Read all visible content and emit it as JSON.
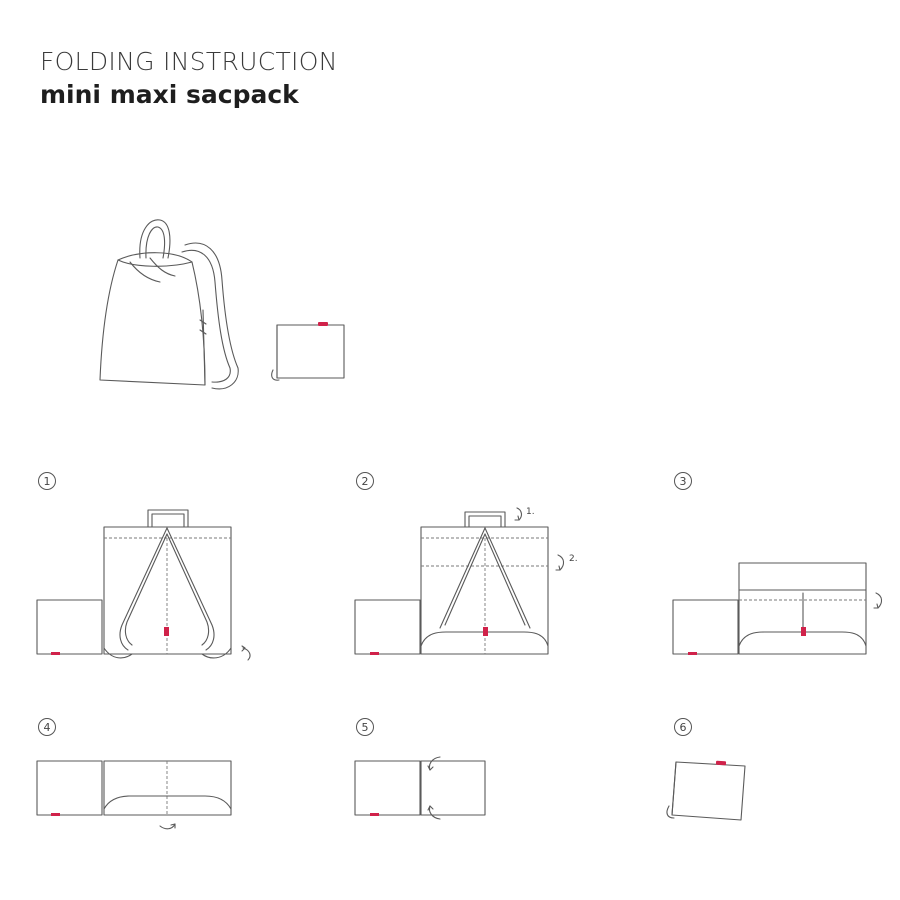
{
  "header": {
    "title": "FOLDING INSTRUCTION",
    "subtitle": "mini maxi sacpack"
  },
  "steps": [
    {
      "number": "1"
    },
    {
      "number": "2",
      "arrow_labels": [
        "1.",
        "2."
      ]
    },
    {
      "number": "3"
    },
    {
      "number": "4"
    },
    {
      "number": "5"
    },
    {
      "number": "6"
    }
  ],
  "colors": {
    "line": "#5a5a5a",
    "tag": "#d0224a"
  }
}
